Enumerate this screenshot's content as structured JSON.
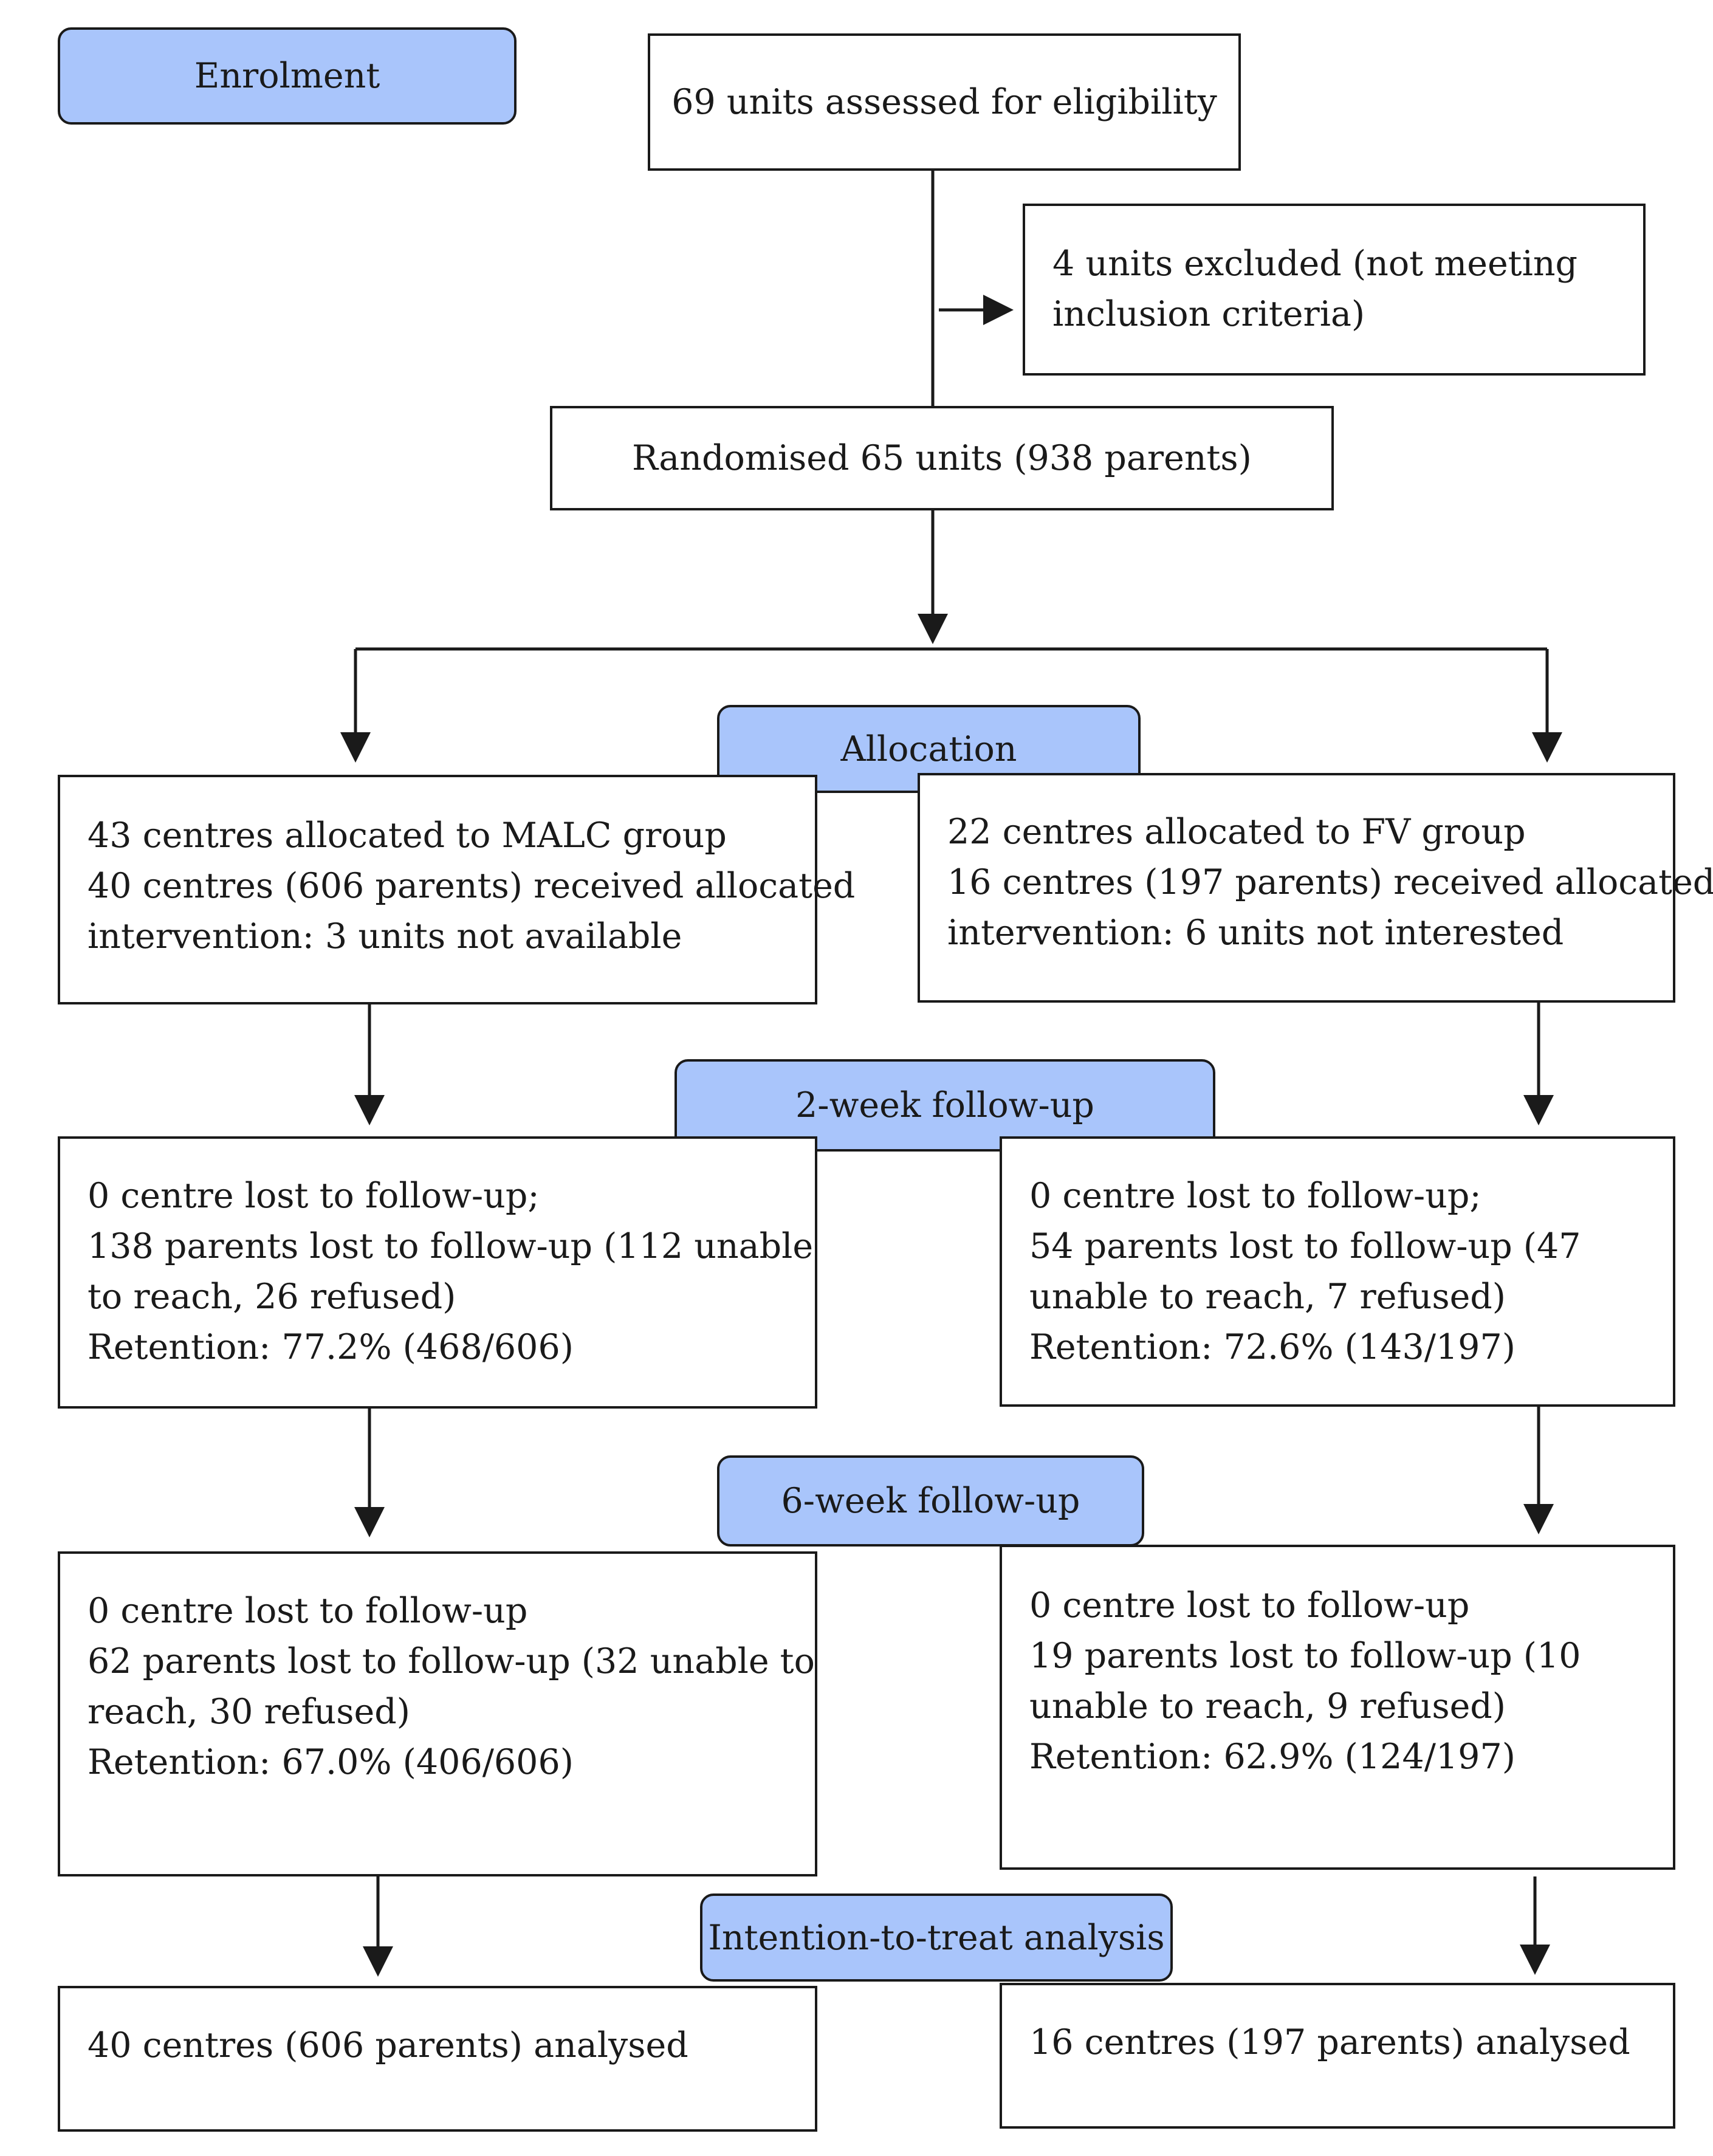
{
  "stages": {
    "enrolment": "Enrolment",
    "allocation": "Allocation",
    "followup_2wk": "2-week follow-up",
    "followup_6wk": "6-week follow-up",
    "itt": "Intention-to-treat analysis"
  },
  "enrolment": {
    "assessed": "69 units assessed for eligibility",
    "excluded": [
      "4 units excluded (not meeting",
      "inclusion criteria)"
    ],
    "randomised": "Randomised 65 units (938 parents)"
  },
  "malc": {
    "allocation": [
      "43 centres allocated to MALC group",
      "40 centres (606 parents) received allocated",
      "intervention: 3 units not available"
    ],
    "followup_2wk": [
      "0 centre lost to follow-up;",
      "138 parents lost to follow-up (112 unable",
      "to reach, 26 refused)",
      "Retention: 77.2% (468/606)"
    ],
    "followup_6wk": [
      "0 centre lost to follow-up",
      "62 parents lost to follow-up (32 unable to",
      "reach, 30 refused)",
      "Retention: 67.0% (406/606)"
    ],
    "analysed": "40 centres (606 parents) analysed"
  },
  "fv": {
    "allocation": [
      "22 centres allocated to FV group",
      "16 centres (197 parents) received allocated",
      "intervention: 6 units not interested"
    ],
    "followup_2wk": [
      "0 centre lost to follow-up;",
      "54 parents lost to follow-up (47",
      "unable to reach, 7 refused)",
      "Retention: 72.6% (143/197)"
    ],
    "followup_6wk": [
      "0 centre lost to follow-up",
      "19 parents lost to follow-up (10",
      "unable to reach, 9 refused)",
      "Retention: 62.9% (124/197)"
    ],
    "analysed": "16 centres (197 parents) analysed"
  }
}
